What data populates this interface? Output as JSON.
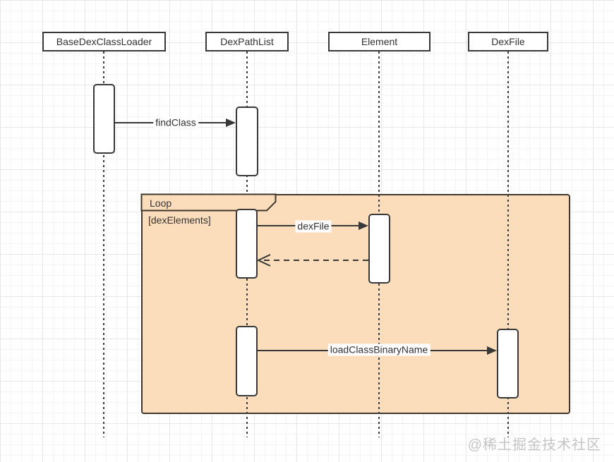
{
  "diagram": {
    "type": "uml-sequence",
    "lifelines": [
      {
        "name": "BaseDexClassLoader"
      },
      {
        "name": "DexPathList"
      },
      {
        "name": "Element"
      },
      {
        "name": "DexFile"
      }
    ],
    "messages": [
      {
        "label": "findClass",
        "from": "BaseDexClassLoader",
        "to": "DexPathList",
        "style": "solid-sync"
      },
      {
        "label": "dexFile",
        "from": "DexPathList",
        "to": "Element",
        "style": "solid-sync"
      },
      {
        "label": "",
        "from": "Element",
        "to": "DexPathList",
        "style": "dashed-return"
      },
      {
        "label": "loadClassBinaryName",
        "from": "DexPathList",
        "to": "DexFile",
        "style": "solid-sync"
      }
    ],
    "fragment": {
      "operator": "Loop",
      "guard": "[dexElements]"
    },
    "colors": {
      "stroke": "#383838",
      "fragment_fill": "#fbdcbb",
      "label_background": "#ffffff",
      "grid_line": "#e7e7e7",
      "watermark": "#c5c5c5"
    }
  },
  "watermark": {
    "text": "@稀土掘金技术社区"
  }
}
